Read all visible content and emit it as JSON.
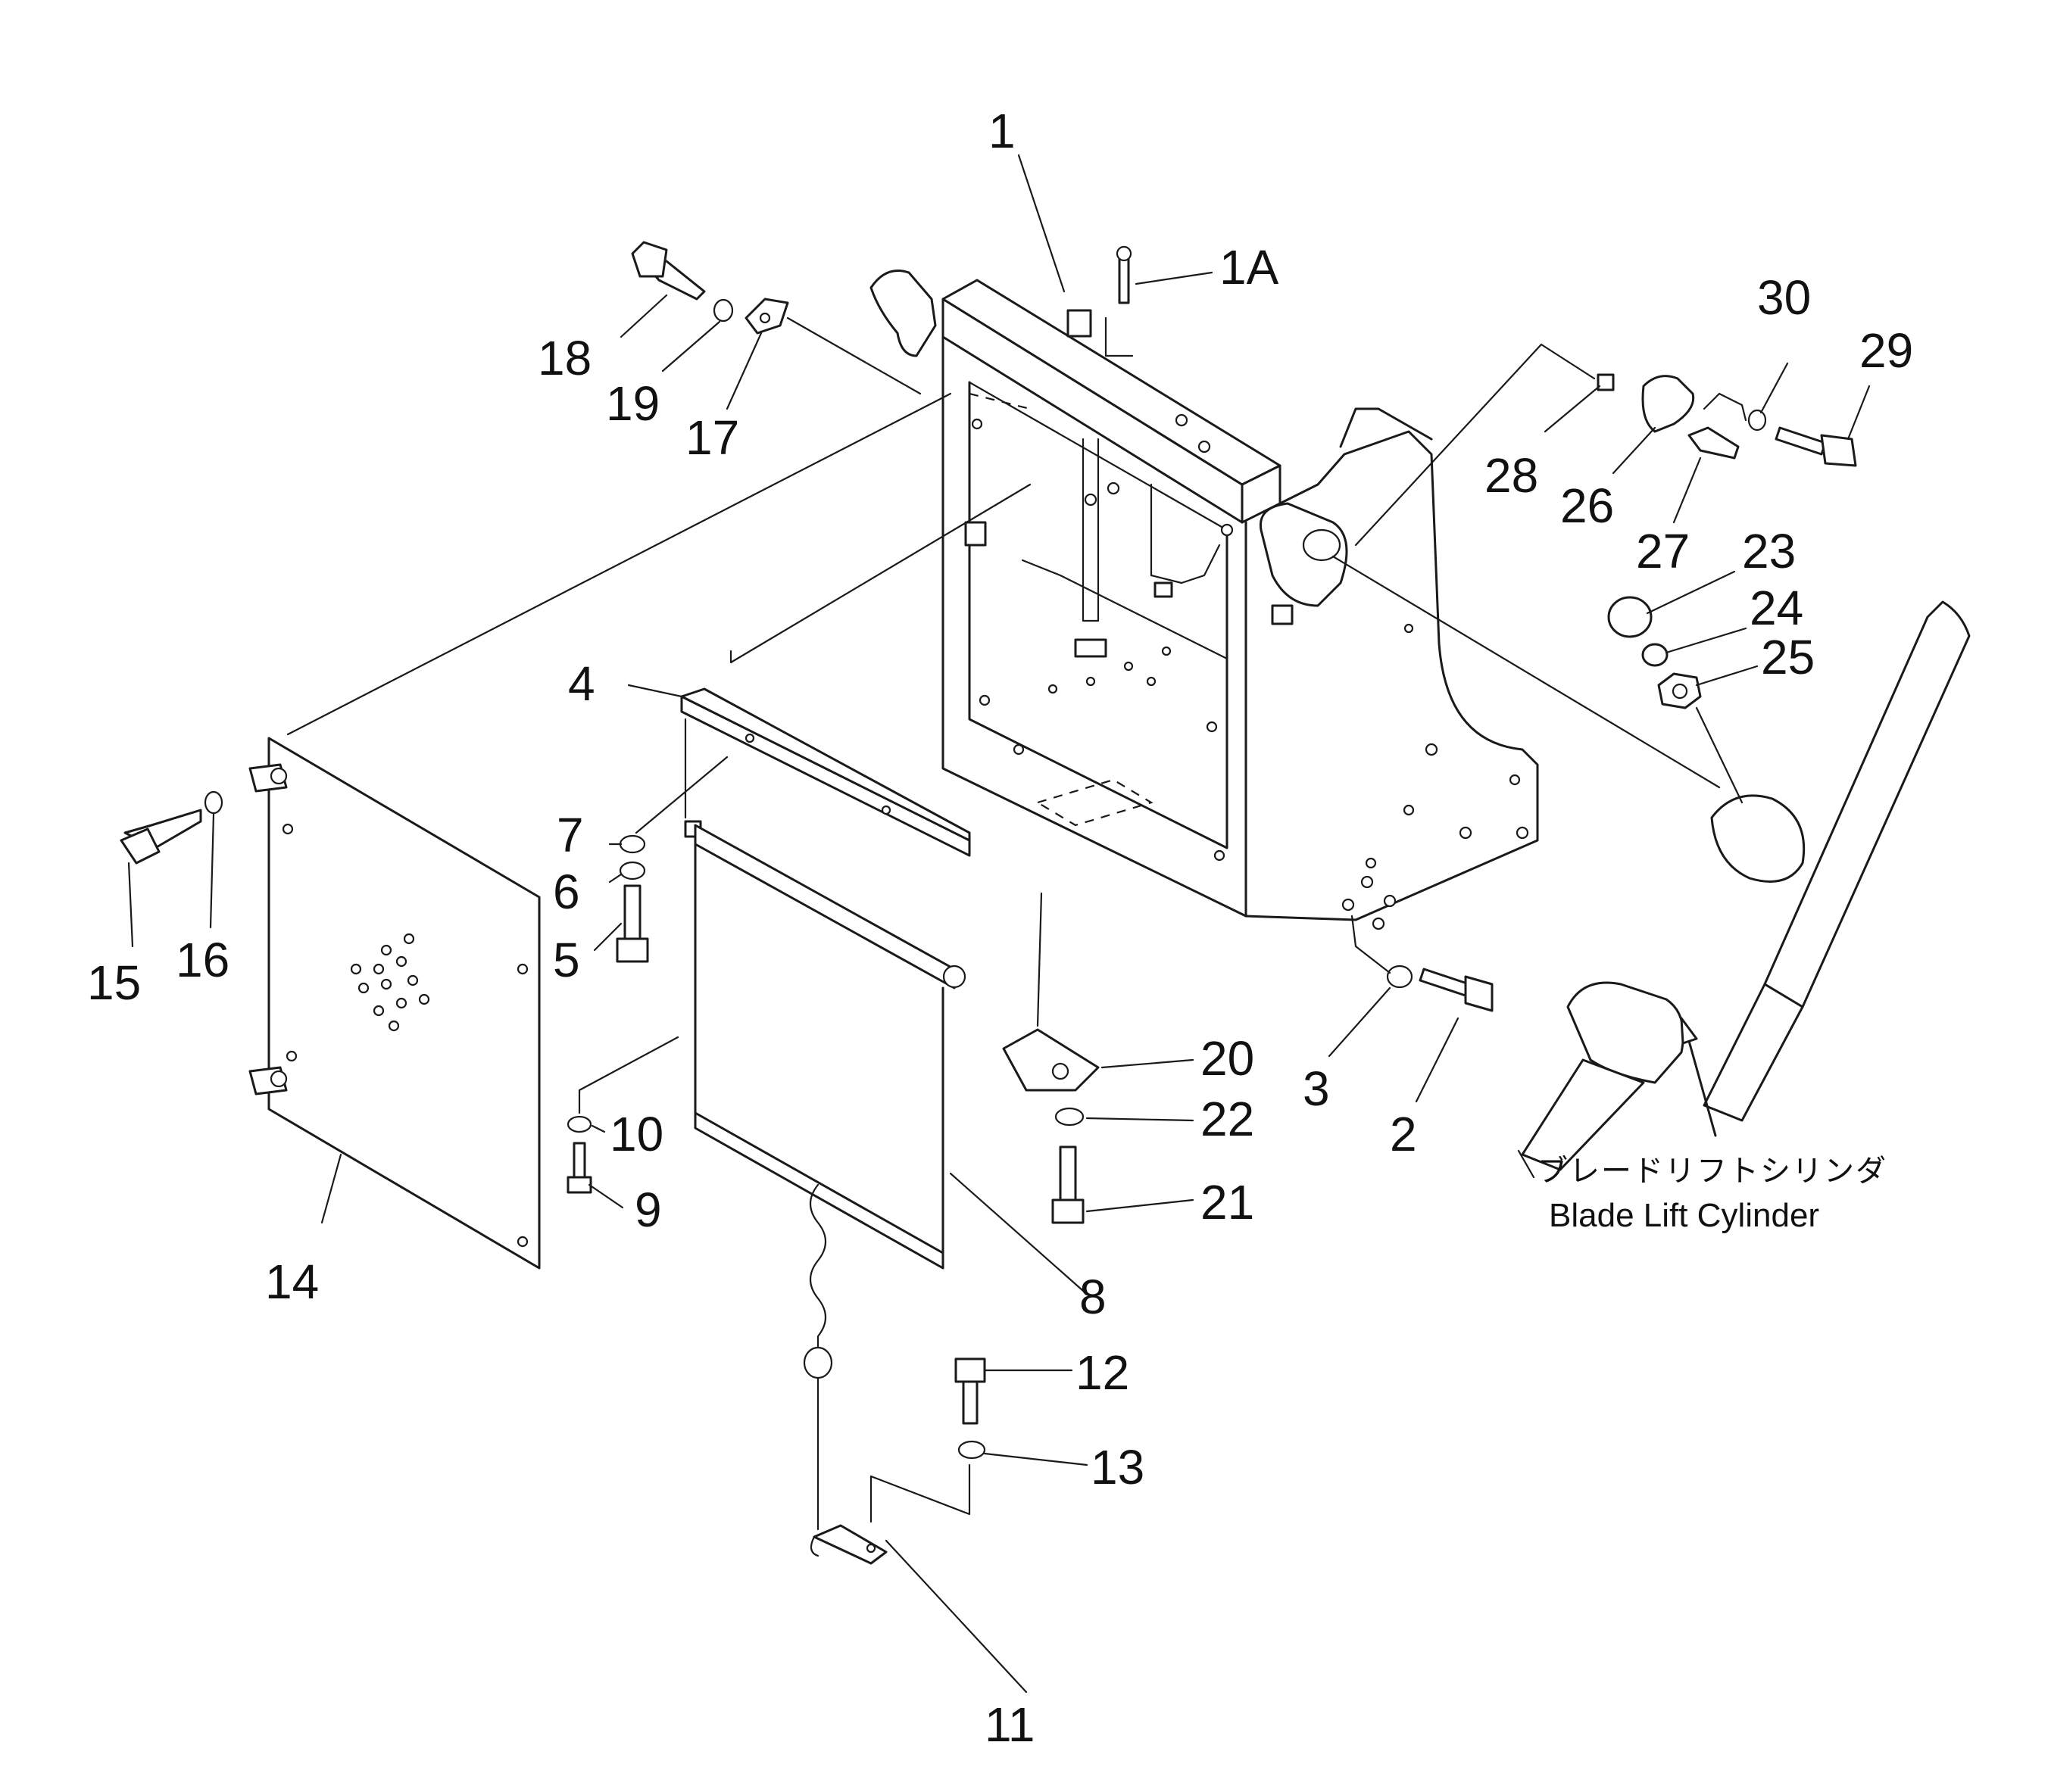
{
  "callouts": [
    {
      "id": "n1",
      "text": "1"
    },
    {
      "id": "n1a",
      "text": "1A"
    },
    {
      "id": "n2",
      "text": "2"
    },
    {
      "id": "n3",
      "text": "3"
    },
    {
      "id": "n4",
      "text": "4"
    },
    {
      "id": "n5",
      "text": "5"
    },
    {
      "id": "n6",
      "text": "6"
    },
    {
      "id": "n7",
      "text": "7"
    },
    {
      "id": "n8",
      "text": "8"
    },
    {
      "id": "n9",
      "text": "9"
    },
    {
      "id": "n10",
      "text": "10"
    },
    {
      "id": "n11",
      "text": "11"
    },
    {
      "id": "n12",
      "text": "12"
    },
    {
      "id": "n13",
      "text": "13"
    },
    {
      "id": "n14",
      "text": "14"
    },
    {
      "id": "n15",
      "text": "15"
    },
    {
      "id": "n16",
      "text": "16"
    },
    {
      "id": "n17",
      "text": "17"
    },
    {
      "id": "n18",
      "text": "18"
    },
    {
      "id": "n19",
      "text": "19"
    },
    {
      "id": "n20",
      "text": "20"
    },
    {
      "id": "n21",
      "text": "21"
    },
    {
      "id": "n22",
      "text": "22"
    },
    {
      "id": "n23",
      "text": "23"
    },
    {
      "id": "n24",
      "text": "24"
    },
    {
      "id": "n25",
      "text": "25"
    },
    {
      "id": "n26",
      "text": "26"
    },
    {
      "id": "n27",
      "text": "27"
    },
    {
      "id": "n28",
      "text": "28"
    },
    {
      "id": "n29",
      "text": "29"
    },
    {
      "id": "n30",
      "text": "30"
    }
  ],
  "caption": {
    "japanese": "ブレードリフトシリンダ",
    "english": "Blade Lift Cylinder"
  }
}
